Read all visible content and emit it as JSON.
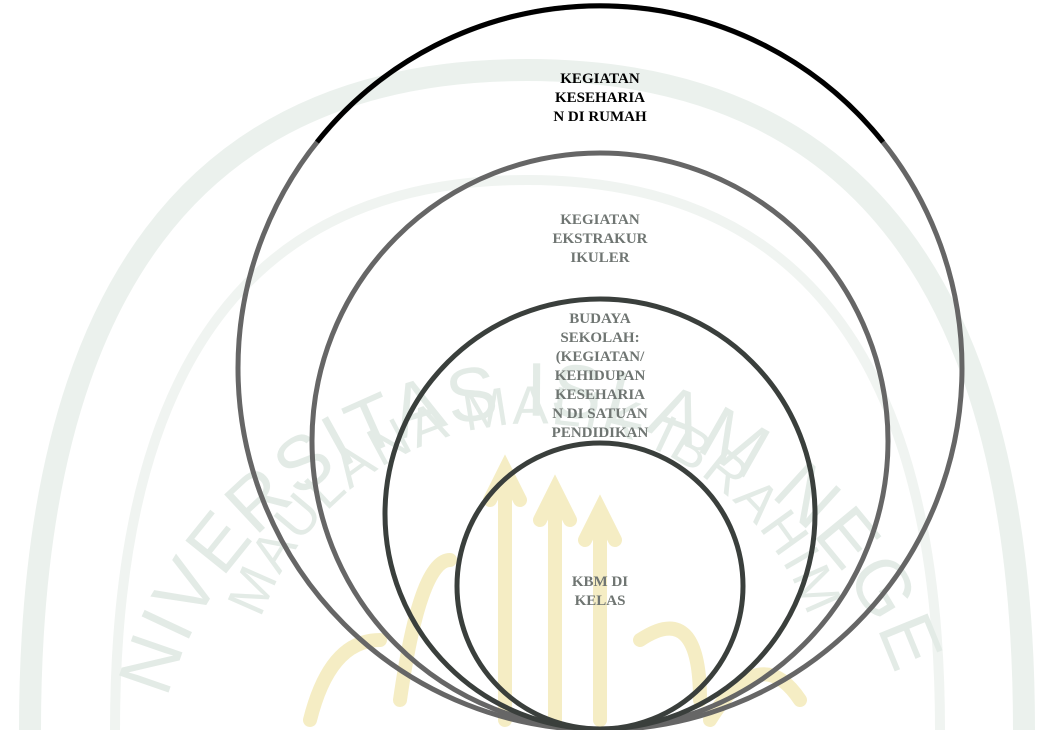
{
  "watermark": {
    "top_text": "UNIVERSITAS ISLAM NEGERI",
    "bottom_text": "MAULANA MALIK IBRAHIM"
  },
  "colors": {
    "outer_ring_top": "#000000",
    "ring_gray": "#666666",
    "ring_dark": "#3a3f3c",
    "label_dark": "#000000",
    "label_gray": "#6f7572",
    "watermark_green": "#e3ebe6",
    "watermark_yellow": "#f3e9b8"
  },
  "diagram": {
    "rings": [
      {
        "name": "kegiatan-keseharian-di-rumah",
        "label": "KEGIATAN\nKESEHARIA\nN DI RUMAH"
      },
      {
        "name": "kegiatan-ekstrakurikuler",
        "label": "KEGIATAN\nEKSTRAKUR\nIKULER"
      },
      {
        "name": "budaya-sekolah",
        "label": "BUDAYA\nSEKOLAH:\n(KEGIATAN/\nKEHIDUPAN\nKESEHARIA\nN DI SATUAN\nPENDIDIKAN"
      },
      {
        "name": "kbm-di-kelas",
        "label": "KBM DI\nKELAS"
      }
    ]
  }
}
